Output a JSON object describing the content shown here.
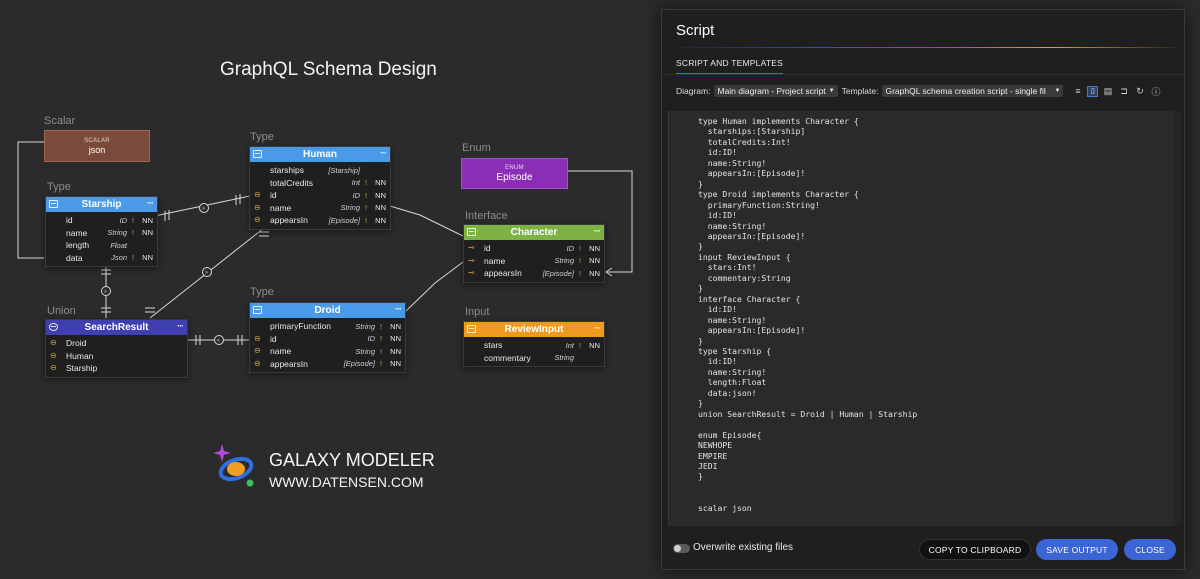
{
  "diagram": {
    "title": "GraphQL Schema Design",
    "group_labels": {
      "scalar": "Scalar",
      "type_starship": "Type",
      "type_human": "Type",
      "type_droid": "Type",
      "union": "Union",
      "enum": "Enum",
      "interface": "Interface",
      "input": "Input"
    },
    "scalar_json": {
      "kind": "SCALAR",
      "name": "json"
    },
    "enum_episode": {
      "kind": "ENUM",
      "name": "Episode"
    },
    "human": {
      "name": "Human",
      "fields": [
        {
          "name": "starships",
          "type": "[Starship]",
          "req": "",
          "nn": ""
        },
        {
          "name": "totalCredits",
          "type": "Int",
          "req": "!",
          "nn": "NN"
        },
        {
          "name": "id",
          "type": "ID",
          "req": "!",
          "nn": "NN"
        },
        {
          "name": "name",
          "type": "String",
          "req": "!",
          "nn": "NN"
        },
        {
          "name": "appearsIn",
          "type": "[Episode]",
          "req": "!",
          "nn": "NN"
        }
      ]
    },
    "starship": {
      "name": "Starship",
      "fields": [
        {
          "name": "id",
          "type": "ID",
          "req": "!",
          "nn": "NN"
        },
        {
          "name": "name",
          "type": "String",
          "req": "!",
          "nn": "NN"
        },
        {
          "name": "length",
          "type": "Float",
          "req": "",
          "nn": ""
        },
        {
          "name": "data",
          "type": "Json",
          "req": "!",
          "nn": "NN"
        }
      ]
    },
    "character": {
      "name": "Character",
      "fields": [
        {
          "name": "id",
          "type": "ID",
          "req": "!",
          "nn": "NN"
        },
        {
          "name": "name",
          "type": "String",
          "req": "!",
          "nn": "NN"
        },
        {
          "name": "appearsIn",
          "type": "[Episode]",
          "req": "!",
          "nn": "NN"
        }
      ]
    },
    "droid": {
      "name": "Droid",
      "fields": [
        {
          "name": "primaryFunction",
          "type": "String",
          "req": "!",
          "nn": "NN"
        },
        {
          "name": "id",
          "type": "ID",
          "req": "!",
          "nn": "NN"
        },
        {
          "name": "name",
          "type": "String",
          "req": "!",
          "nn": "NN"
        },
        {
          "name": "appearsIn",
          "type": "[Episode]",
          "req": "!",
          "nn": "NN"
        }
      ]
    },
    "search_result": {
      "name": "SearchResult",
      "members": [
        "Droid",
        "Human",
        "Starship"
      ]
    },
    "review_input": {
      "name": "ReviewInput",
      "fields": [
        {
          "name": "stars",
          "type": "Int",
          "req": "!",
          "nn": "NN"
        },
        {
          "name": "commentary",
          "type": "String",
          "req": "",
          "nn": ""
        }
      ]
    },
    "colors": {
      "type_header": "#4a9ae8",
      "interface_header": "#7cb342",
      "union_header": "#3f3fb0",
      "input_header": "#ef9a1f",
      "enum": "#8a2fb5",
      "scalar": "#7a4b3a"
    }
  },
  "brand": {
    "name": "GALAXY MODELER",
    "url": "WWW.DATENSEN.COM"
  },
  "dialog": {
    "title": "Script",
    "tab": "SCRIPT AND TEMPLATES",
    "diagram_label": "Diagram:",
    "diagram_value": "Main diagram - Project script",
    "template_label": "Template:",
    "template_value": "GraphQL schema creation script - single fil",
    "toolbar_icons": [
      "wrap-icon",
      "file-icon",
      "layout-icon",
      "folder-icon",
      "refresh-icon",
      "info-icon"
    ],
    "code": "type Human implements Character {\n  starships:[Starship]\n  totalCredits:Int!\n  id:ID!\n  name:String!\n  appearsIn:[Episode]!\n}\ntype Droid implements Character {\n  primaryFunction:String!\n  id:ID!\n  name:String!\n  appearsIn:[Episode]!\n}\ninput ReviewInput {\n  stars:Int!\n  commentary:String\n}\ninterface Character {\n  id:ID!\n  name:String!\n  appearsIn:[Episode]!\n}\ntype Starship {\n  id:ID!\n  name:String!\n  length:Float\n  data:json!\n}\nunion SearchResult = Droid | Human | Starship\n\nenum Episode{\nNEWHOPE\nEMPIRE\nJEDI\n}\n\n\nscalar json",
    "overwrite_label": "Overwrite existing files",
    "copy_label": "COPY TO CLIPBOARD",
    "save_label": "SAVE OUTPUT",
    "close_label": "CLOSE"
  }
}
